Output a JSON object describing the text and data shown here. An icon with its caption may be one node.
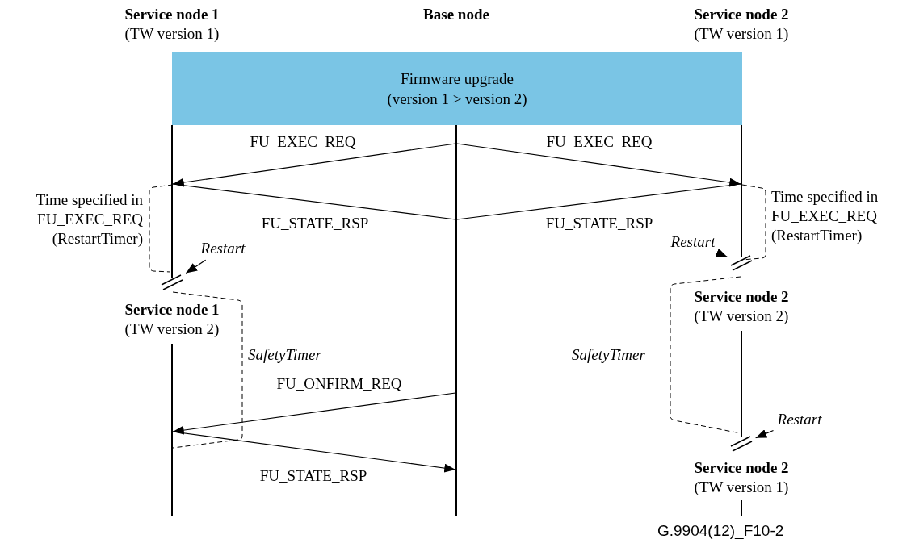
{
  "diagram": {
    "nodes": [
      {
        "text": [
          "Service node 1",
          "(TW version 1)"
        ]
      },
      {
        "text": [
          "Base node"
        ]
      },
      {
        "text": [
          "Service node 2",
          "(TW version 1)"
        ]
      },
      {
        "text": [
          "Firmware upgrade (version 1 > version 2)"
        ]
      },
      {
        "text": [],
        "shape": "bar"
      },
      {
        "text": [],
        "shape": "bar"
      },
      {
        "text": [],
        "shape": "bar"
      },
      {
        "text": [
          "Restart"
        ]
      },
      {
        "text": [],
        "shape": "slash"
      },
      {
        "text": [
          "Restart"
        ]
      },
      {
        "text": [],
        "shape": "slash"
      },
      {
        "text": [
          "Service node 1",
          "(TW version 2)"
        ]
      },
      {
        "text": [
          "Service node 2",
          "(TW version 2)"
        ]
      },
      {
        "text": [],
        "shape": "bar"
      },
      {
        "text": [],
        "shape": "bar"
      },
      {
        "text": [
          "Restart"
        ]
      },
      {
        "text": [],
        "shape": "slash"
      },
      {
        "text": [
          "Service node 2",
          "(TW version 1)"
        ]
      },
      {
        "text": [],
        "shape": "bar"
      }
    ],
    "edges": [
      {
        "from": 5,
        "to": 4,
        "arrow": "to",
        "label": "FU_EXEC_REQ"
      },
      {
        "from": 5,
        "to": 6,
        "arrow": "to",
        "label": "FU_EXEC_REQ"
      },
      {
        "from": 4,
        "to": 5,
        "arrow": "none",
        "label": "FU_STATE_RSP"
      },
      {
        "from": 6,
        "to": 5,
        "arrow": "none",
        "label": "FU_STATE_RSP"
      },
      {
        "from": 5,
        "to": 13,
        "arrow": "to",
        "label": "FU_ONFIRM_REQ"
      },
      {
        "from": 13,
        "to": 5,
        "arrow": "to",
        "label": "FU_STATE_RSP"
      },
      {
        "from": 7,
        "to": 8,
        "arrow": "to"
      },
      {
        "from": 9,
        "to": 10,
        "arrow": "to"
      },
      {
        "from": 15,
        "to": 16,
        "arrow": "to"
      }
    ],
    "labels": [
      "Time specified in FU_EXEC_REQ (RestartTimer)",
      "Time specified in FU_EXEC_REQ (RestartTimer)",
      "SafetyTimer",
      "SafetyTimer",
      "G.9904(12)_F10-2"
    ]
  }
}
